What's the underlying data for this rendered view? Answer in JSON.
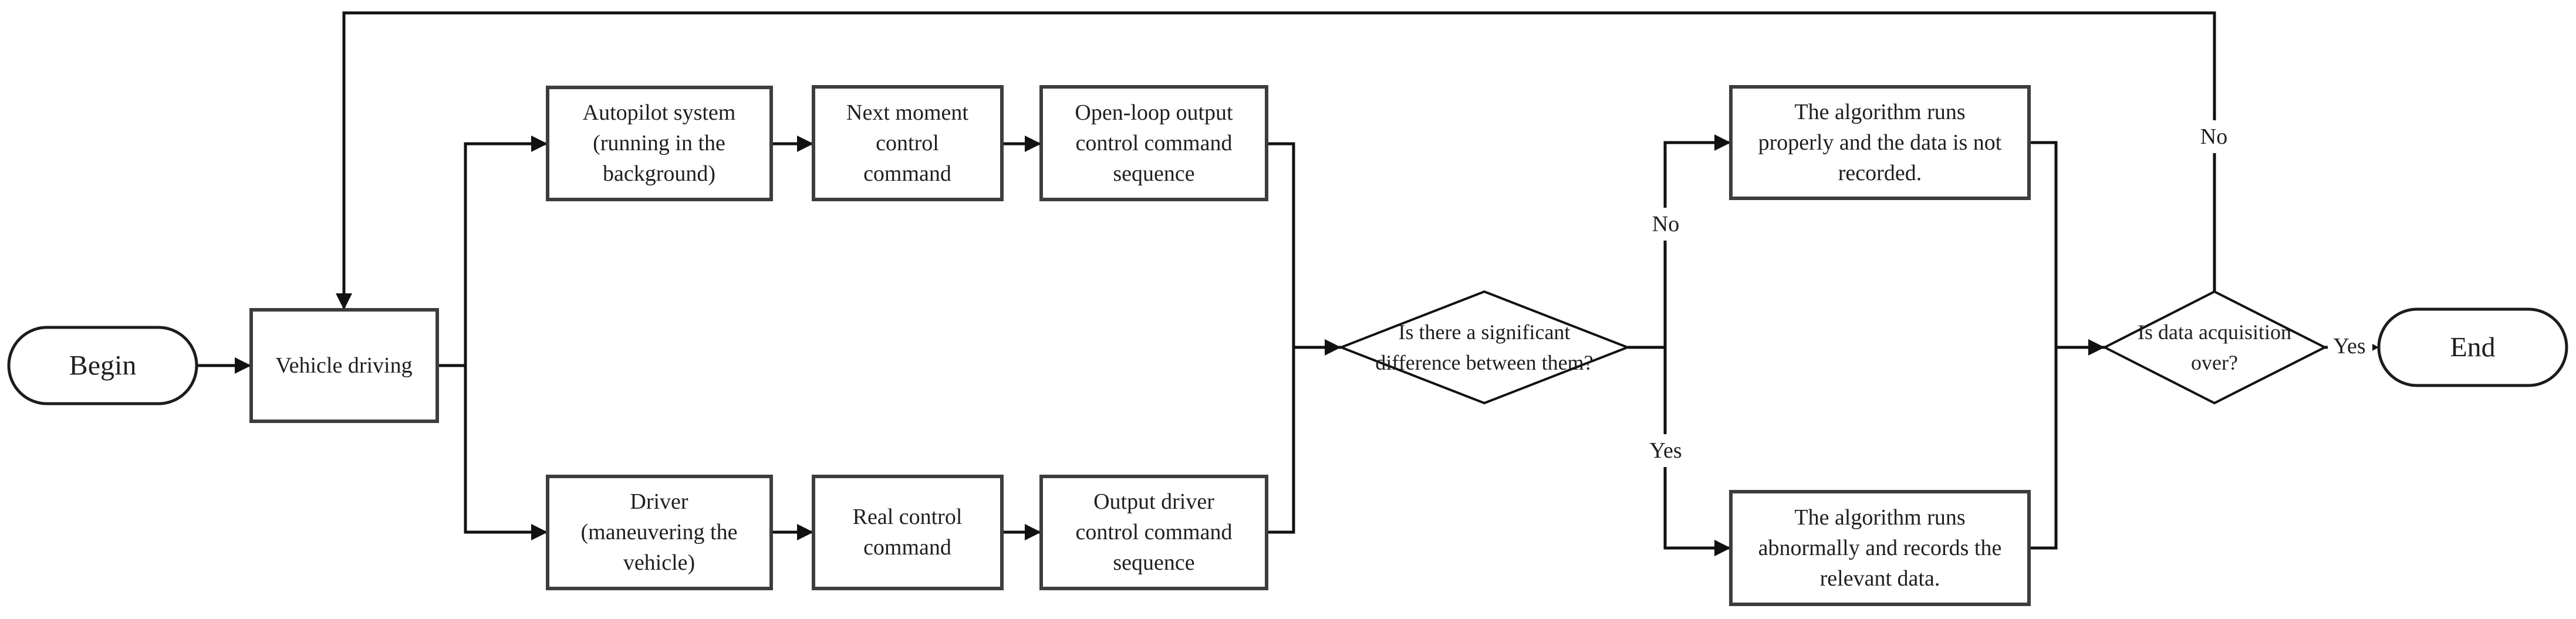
{
  "diagram_type": "flowchart",
  "colors": {
    "ink": "#111111",
    "box_border": "#3d3d3d",
    "text": "#1f1f1f",
    "background": "#ffffff"
  },
  "nodes": {
    "begin": {
      "type": "terminator",
      "label": "Begin"
    },
    "vehicle_driving": {
      "type": "process",
      "label": "Vehicle driving"
    },
    "autopilot": {
      "type": "process",
      "lines": [
        "Autopilot system",
        "(running in the",
        "background)"
      ]
    },
    "next_moment": {
      "type": "process",
      "lines": [
        "Next moment",
        "control",
        "command"
      ]
    },
    "open_loop": {
      "type": "process",
      "lines": [
        "Open-loop output",
        "control command",
        "sequence"
      ]
    },
    "driver": {
      "type": "process",
      "lines": [
        "Driver",
        "(maneuvering the",
        "vehicle)"
      ]
    },
    "real_control": {
      "type": "process",
      "lines": [
        "Real control",
        "command"
      ]
    },
    "output_driver": {
      "type": "process",
      "lines": [
        "Output driver",
        "control command",
        "sequence"
      ]
    },
    "significant_difference": {
      "type": "decision",
      "lines": [
        "Is there a significant",
        "difference between them?"
      ]
    },
    "algorithm_proper": {
      "type": "process",
      "lines": [
        "The algorithm runs",
        "properly and the data is not",
        "recorded."
      ]
    },
    "algorithm_abnormal": {
      "type": "process",
      "lines": [
        "The algorithm runs",
        "abnormally and records the",
        "relevant data."
      ]
    },
    "data_acquisition": {
      "type": "decision",
      "lines": [
        "Is data acquisition",
        "over?"
      ]
    },
    "end": {
      "type": "terminator",
      "label": "End"
    }
  },
  "edge_labels": {
    "difference_no": "No",
    "difference_yes": "Yes",
    "acquisition_no": "No",
    "acquisition_yes": "Yes"
  }
}
